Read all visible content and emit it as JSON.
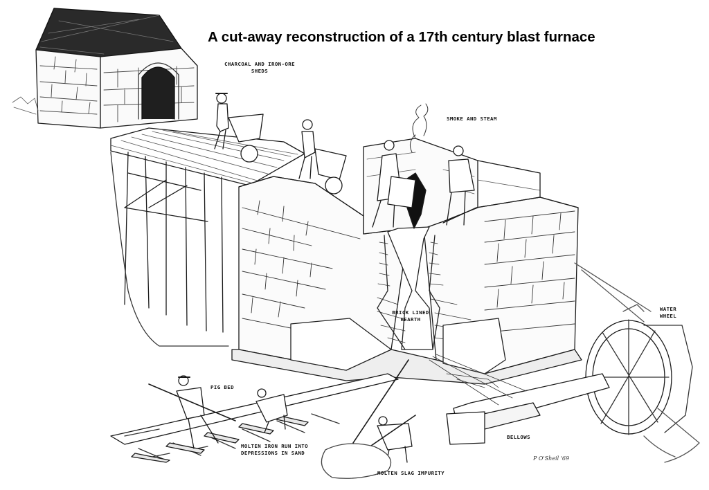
{
  "title": "A cut-away reconstruction of a 17th century blast furnace",
  "labels": {
    "sheds_line1": "CHARCOAL AND IRON-ORE",
    "sheds_line2": "SHEDS",
    "smoke": "SMOKE AND STEAM",
    "hearth_line1": "BRICK LINED",
    "hearth_line2": "HEARTH",
    "water_wheel_line1": "WATER",
    "water_wheel_line2": "WHEEL",
    "pig_bed": "PIG BED",
    "molten_iron_line1": "MOLTEN IRON RUN INTO",
    "molten_iron_line2": "DEPRESSIONS IN SAND",
    "molten_slag": "MOLTEN SLAG IMPURITY",
    "bellows": "BELLOWS"
  },
  "signature": "P O'Sheil '69",
  "colors": {
    "ink": "#1a1a1a",
    "paper": "#ffffff"
  }
}
